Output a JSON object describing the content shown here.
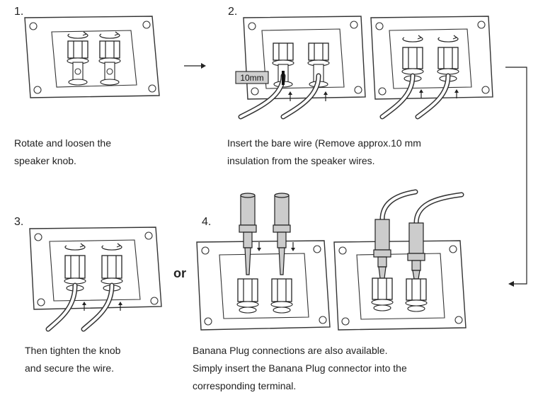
{
  "steps": [
    {
      "number": "1.",
      "caption_line1": "Rotate and loosen the",
      "caption_line2": "speaker knob."
    },
    {
      "number": "2.",
      "caption_line1": "Insert the bare wire  (Remove approx.10 mm",
      "caption_line2": "insulation from the speaker wires."
    },
    {
      "number": "3.",
      "caption_line1": "Then tighten the knob",
      "caption_line2": "and secure the wire."
    },
    {
      "number": "4.",
      "caption_line1": "Banana Plug connections are also available.",
      "caption_line2": "Simply insert the Banana Plug connector into the",
      "caption_line3": "corresponding terminal."
    }
  ],
  "wire_strip_label": "10mm",
  "or_label": "or"
}
